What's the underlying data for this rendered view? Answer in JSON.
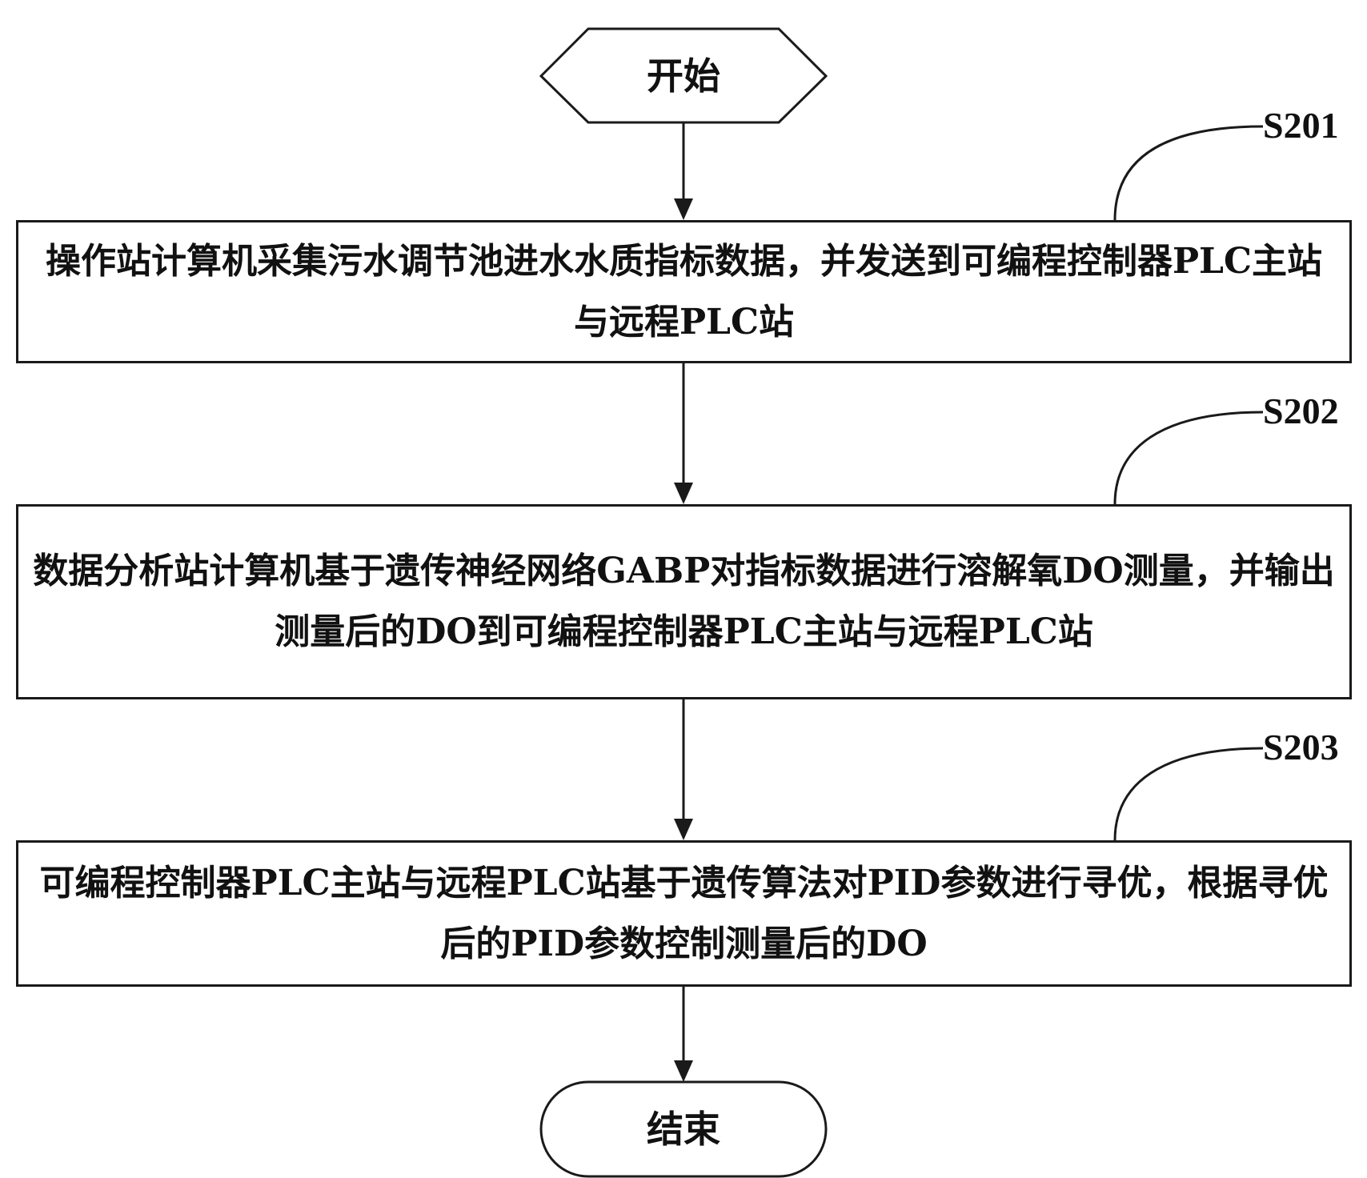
{
  "start": {
    "label": "开始"
  },
  "end": {
    "label": "结束"
  },
  "steps": [
    {
      "id": "S201",
      "text": "操作站计算机采集污水调节池进水水质指标数据，并发送到可编程控制器PLC主站与远程PLC站"
    },
    {
      "id": "S202",
      "text": "数据分析站计算机基于遗传神经网络GABP对指标数据进行溶解氧DO测量，并输出测量后的DO到可编程控制器PLC主站与远程PLC站"
    },
    {
      "id": "S203",
      "text": "可编程控制器PLC主站与远程PLC站基于遗传算法对PID参数进行寻优，根据寻优后的PID参数控制测量后的DO"
    }
  ]
}
